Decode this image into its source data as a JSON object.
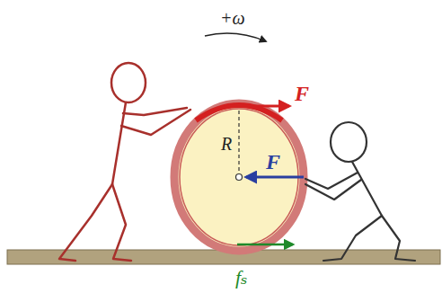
{
  "diagram": {
    "labels": [
      "+ω",
      "F",
      "R",
      "F",
      "fₛ"
    ]
  }
}
